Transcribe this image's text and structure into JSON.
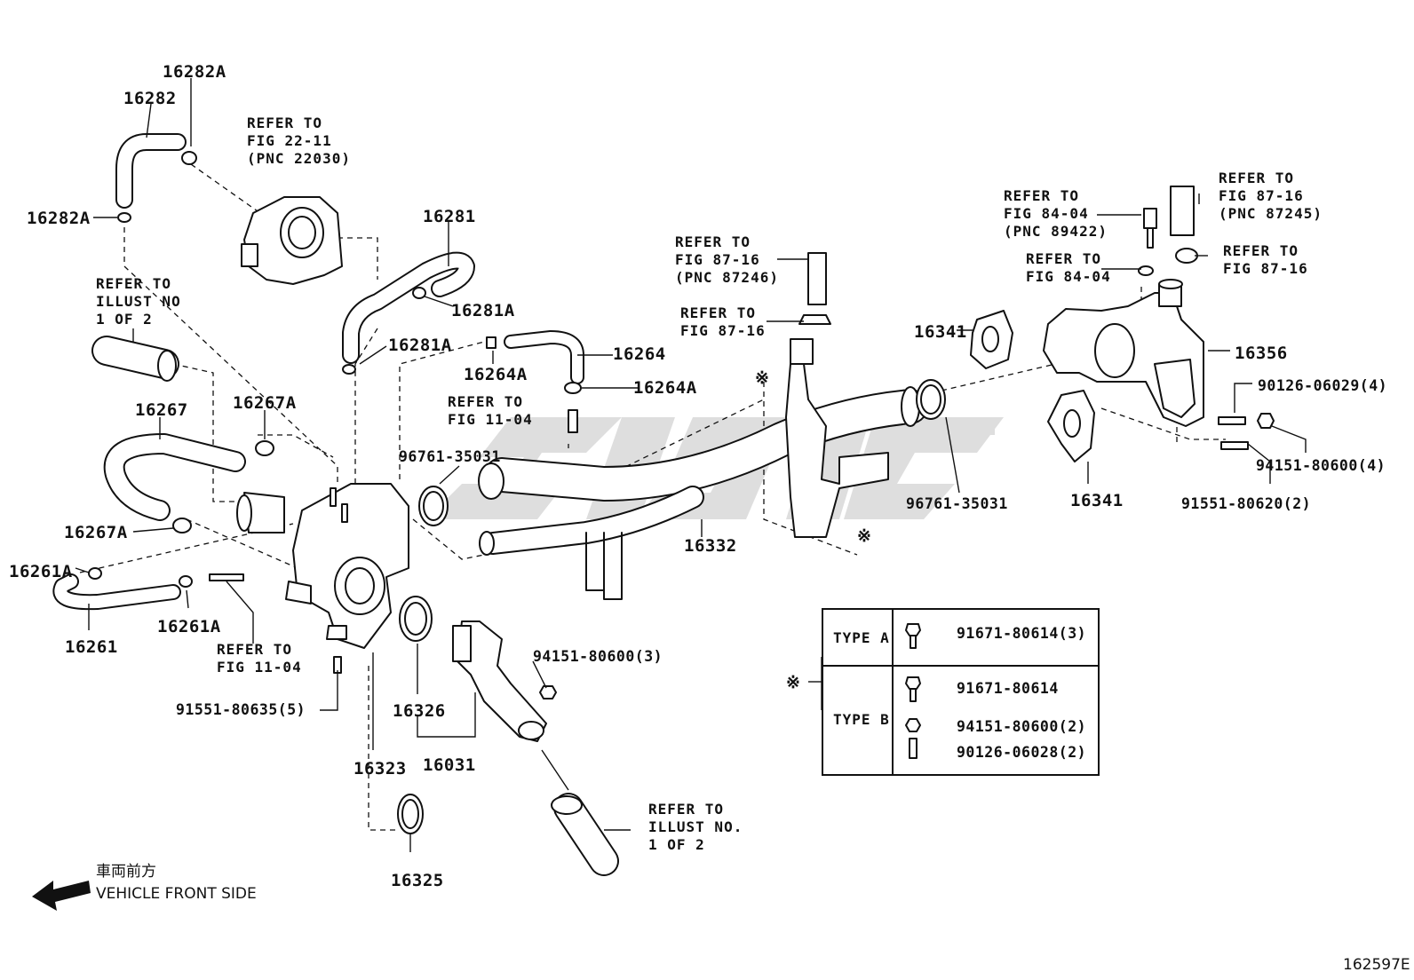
{
  "diagram": {
    "figure_code": "162597E",
    "watermark": "CHSK",
    "direction": {
      "japanese": "車両前方",
      "english": "VEHICLE FRONT SIDE"
    },
    "labels": {
      "p16282A_top": "16282A",
      "p16282": "16282",
      "p16282A_left": "16282A",
      "p16281": "16281",
      "p16281A_right": "16281A",
      "p16281A_left": "16281A",
      "p16264": "16264",
      "p16264A_left": "16264A",
      "p16264A_right": "16264A",
      "p16267": "16267",
      "p16267A_top": "16267A",
      "p16267A_left": "16267A",
      "p16261A_left": "16261A",
      "p16261A_right": "16261A",
      "p16261": "16261",
      "p96761_left": "96761-35031",
      "p96761_right": "96761-35031",
      "p16332": "16332",
      "p16341_top": "16341",
      "p16341_bottom": "16341",
      "p16356": "16356",
      "p90126": "90126-06029(4)",
      "p94151_right": "94151-80600(4)",
      "p91551_right": "91551-80620(2)",
      "p94151_mid": "94151-80600(3)",
      "p91551_left": "91551-80635(5)",
      "p16326": "16326",
      "p16031": "16031",
      "p16323": "16323",
      "p16325": "16325",
      "note_mark_1": "※",
      "note_mark_2": "※",
      "note_mark_3": "※"
    },
    "refs": {
      "r1": [
        "REFER TO",
        "FIG 22-11",
        "(PNC 22030)"
      ],
      "r2": [
        "REFER TO",
        "ILLUST NO",
        "1 OF 2"
      ],
      "r3": [
        "REFER TO",
        "FIG 11-04"
      ],
      "r4": [
        "REFER TO",
        "FIG 11-04"
      ],
      "r5": [
        "REFER TO",
        "FIG 87-16",
        "(PNC 87246)"
      ],
      "r6": [
        "REFER TO",
        "FIG 87-16"
      ],
      "r7": [
        "REFER TO",
        "FIG 84-04",
        "(PNC 89422)"
      ],
      "r8": [
        "REFER TO",
        "FIG 84-04"
      ],
      "r9": [
        "REFER TO",
        "FIG 87-16",
        "(PNC 87245)"
      ],
      "r10": [
        "REFER TO",
        "FIG 87-16"
      ],
      "r11": [
        "REFER TO",
        "ILLUST NO.",
        "1 OF 2"
      ]
    },
    "type_table": {
      "type_a": {
        "label": "TYPE A",
        "parts": [
          "91671-80614(3)"
        ]
      },
      "type_b": {
        "label": "TYPE B",
        "parts": [
          "91671-80614",
          "94151-80600(2)",
          "90126-06028(2)"
        ]
      }
    }
  }
}
